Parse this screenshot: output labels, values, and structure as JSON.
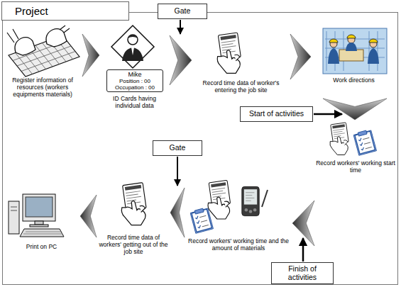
{
  "diagram": {
    "nodes": [
      {
        "text": [
          "Project"
        ]
      },
      {
        "text": [
          "Register information of resources (workers equipments materials)"
        ],
        "in": 0
      },
      {
        "text": [
          "ID Cards having individual data"
        ],
        "in": 0
      },
      {
        "text": [
          "Mike",
          "Position : 00",
          "Occupation : 00"
        ],
        "in": 2
      },
      {
        "text": [
          "Gate"
        ],
        "in": 0
      },
      {
        "text": [
          "Record time data of worker's entering the job site"
        ],
        "in": 0
      },
      {
        "text": [
          "Work directions"
        ],
        "in": 0
      },
      {
        "text": [
          "Start of activities"
        ],
        "in": 0
      },
      {
        "text": [
          "Record workers' working start time"
        ],
        "in": 0
      },
      {
        "text": [
          "Finish of activities"
        ],
        "in": 0
      },
      {
        "text": [
          "Record workers' working time and the amount of materials"
        ],
        "in": 0
      },
      {
        "text": [
          "Gate"
        ],
        "in": 0
      },
      {
        "text": [
          "Record time data of workers' getting out of the job site"
        ],
        "in": 0
      },
      {
        "text": [
          "Print on PC"
        ],
        "in": 0
      }
    ],
    "edges": [
      {
        "from": 1,
        "to": 2,
        "arrow": "to"
      },
      {
        "from": 2,
        "to": 5,
        "arrow": "to"
      },
      {
        "from": 5,
        "to": 6,
        "arrow": "to"
      },
      {
        "from": 6,
        "to": 8,
        "arrow": "to"
      },
      {
        "from": 8,
        "to": 10,
        "arrow": "to"
      },
      {
        "from": 10,
        "to": 12,
        "arrow": "to"
      },
      {
        "from": 12,
        "to": 13,
        "arrow": "to"
      }
    ]
  }
}
